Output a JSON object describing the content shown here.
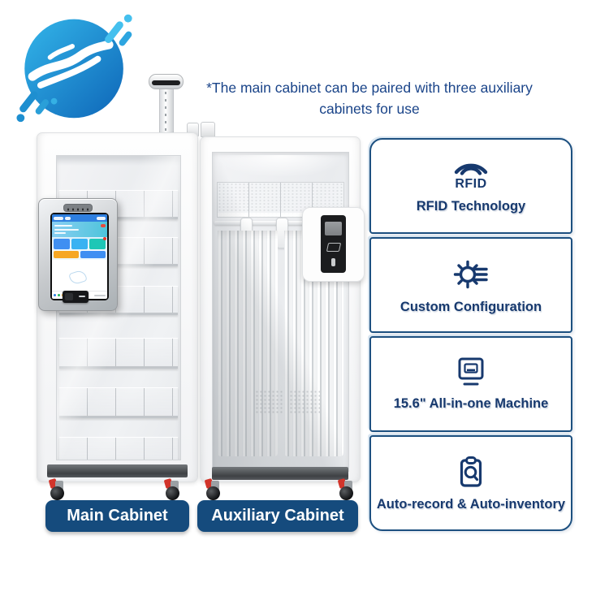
{
  "note": {
    "line1": "*The main cabinet can be paired with three auxiliary",
    "line2": "cabinets for use"
  },
  "features": [
    {
      "icon": "rfid-wifi-icon",
      "icon_text": "RFID",
      "label": "RFID Technology"
    },
    {
      "icon": "gear-settings-icon",
      "label": "Custom Configuration"
    },
    {
      "icon": "all-in-one-monitor-icon",
      "label": "15.6\" All-in-one Machine"
    },
    {
      "icon": "clipboard-search-icon",
      "label": "Auto-record & Auto-inventory"
    }
  ],
  "cabinet_labels": [
    {
      "label": "Main Cabinet"
    },
    {
      "label": "Auxiliary Cabinet"
    }
  ],
  "colors": {
    "accent_navy": "#17396e",
    "panel_border": "#1d5080",
    "pill_background": "#154b7d",
    "note_text": "#1a4489",
    "logo_primary": "#1786d8"
  }
}
